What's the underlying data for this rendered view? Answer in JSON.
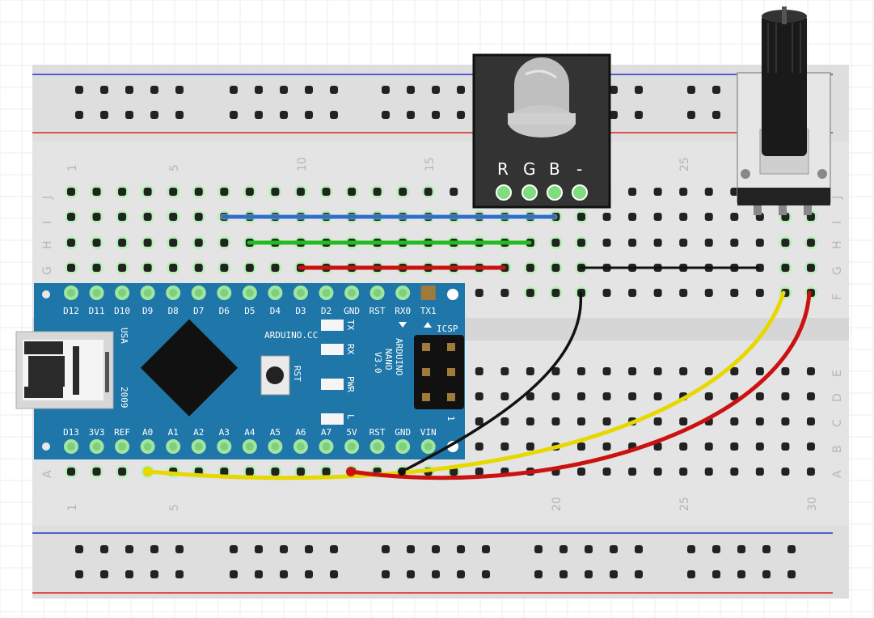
{
  "breadboard": {
    "column_numbers": [
      "1",
      "5",
      "10",
      "15",
      "20",
      "25",
      "30"
    ],
    "row_letters_top": [
      "J",
      "I",
      "H",
      "G",
      "F"
    ],
    "row_letters_bottom": [
      "E",
      "D",
      "C",
      "B",
      "A"
    ]
  },
  "rgb_led": {
    "pins": [
      "R",
      "G",
      "B",
      "-"
    ]
  },
  "arduino": {
    "top_pins": [
      "D12",
      "D11",
      "D10",
      "D9",
      "D8",
      "D7",
      "D6",
      "D5",
      "D4",
      "D3",
      "D2",
      "GND",
      "RST",
      "RX0",
      "TX1"
    ],
    "bottom_pins": [
      "D13",
      "3V3",
      "REF",
      "A0",
      "A1",
      "A2",
      "A3",
      "A4",
      "A5",
      "A6",
      "A7",
      "5V",
      "RST",
      "GND",
      "VIN"
    ],
    "brand": "ARDUINO.CC",
    "model_lines": [
      "ARDUINO",
      "NANO",
      "V3.0"
    ],
    "usb_label": "USA",
    "year_label": "2009",
    "rst_label": "RST",
    "icsp_label": "ICSP",
    "icsp_pin1": "1",
    "leds": [
      "TX",
      "RX",
      "PWR",
      "L"
    ]
  },
  "colors": {
    "nano_board": "#1f76a8",
    "blue_wire": "#2f6fcc",
    "green_wire": "#22bb22",
    "red_wire": "#cc1111",
    "black_wire": "#111111",
    "yellow_wire": "#f2e600"
  },
  "icons": [
    "usb-connector-icon",
    "potentiometer-icon",
    "rgb-led-icon",
    "microcontroller-chip-icon"
  ]
}
